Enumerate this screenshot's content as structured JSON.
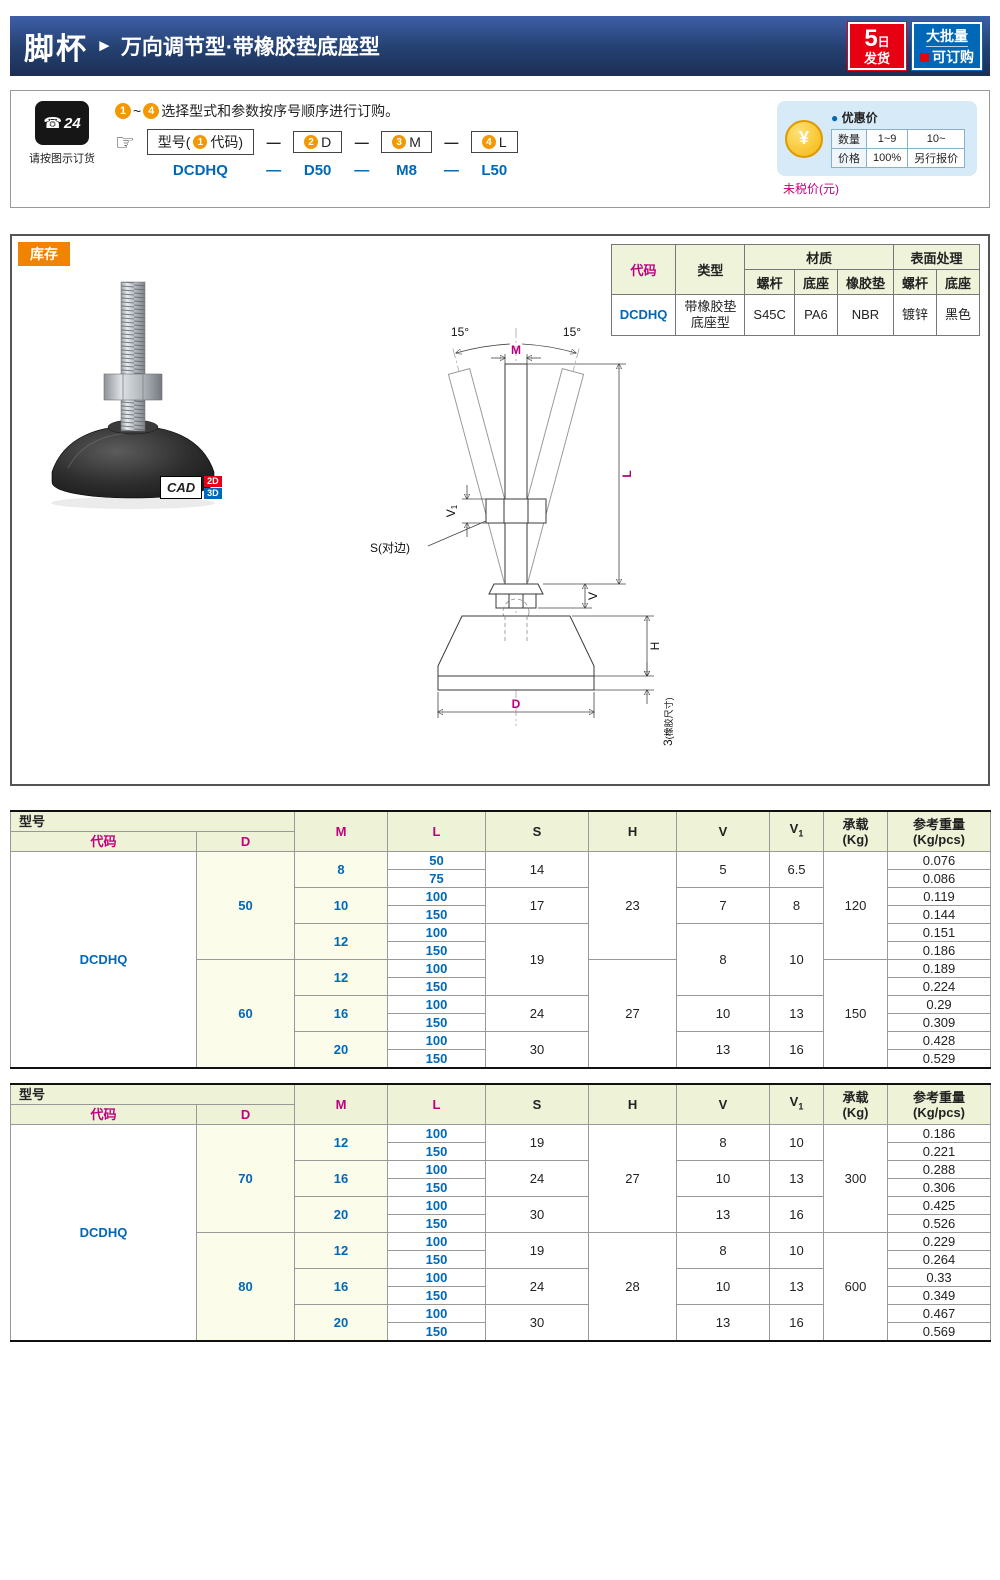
{
  "colors": {
    "header_blue": "#2b4a8b",
    "magenta": "#c0007e",
    "link_blue": "#0068b7",
    "badge_red": "#e60012",
    "badge_orange": "#f08300",
    "table_header_bg": "#eef3d8",
    "row_cream": "#fbfce9",
    "price_bg": "#d7eaf8"
  },
  "header": {
    "title": "脚杯",
    "arrow": "►",
    "subtitle": "万向调节型·带橡胶垫底座型",
    "day_num": "5",
    "day_unit": "日",
    "ship_label": "发货",
    "bulk_top": "大批量",
    "bulk_bottom": "可订购"
  },
  "order": {
    "phone_text": "24",
    "phone_glyph": "☎",
    "phone_caption": "请按图示订货",
    "hand_icon": "☞",
    "num_start": "1",
    "tilde": "~",
    "num_end": "4",
    "instruction": "选择型式和参数按序号顺序进行订购。",
    "box_model_pre": "型号(",
    "box_model_num": "1",
    "box_model_post": "代码)",
    "dash": "—",
    "box_d_num": "2",
    "box_d": "D",
    "box_m_num": "3",
    "box_m": "M",
    "box_l_num": "4",
    "box_l": "L",
    "example_code": "DCDHQ",
    "example_dash": "—",
    "example_d": "D50",
    "example_m": "M8",
    "example_l": "L50"
  },
  "price": {
    "currency": "¥",
    "dot": "●",
    "title": "优惠价",
    "qty_label": "数量",
    "qty_1": "1~9",
    "qty_2": "10~",
    "price_label": "价格",
    "price_1": "100%",
    "price_2": "另行报价",
    "note": "未税价(元)"
  },
  "stock_badge": "库存",
  "cad": {
    "label": "CAD",
    "d2": "2D",
    "d3": "3D"
  },
  "spec": {
    "h_code": "代码",
    "h_type": "类型",
    "h_material": "材质",
    "h_surface": "表面处理",
    "h_screw": "螺杆",
    "h_base": "底座",
    "h_rubber": "橡胶垫",
    "h_screw2": "螺杆",
    "h_base2": "底座",
    "code": "DCDHQ",
    "type_l1": "带橡胶垫",
    "type_l2": "底座型",
    "screw": "S45C",
    "base": "PA6",
    "rubber": "NBR",
    "screw_finish": "镀锌",
    "base_finish": "黑色"
  },
  "drawing": {
    "angle_l": "15°",
    "angle_r": "15°",
    "m": "M",
    "v1_main": "V",
    "v1_sub": "1",
    "s": "S(对边)",
    "l": "L",
    "v": "V",
    "h": "H",
    "d": "D",
    "rubber_dim": "3",
    "rubber_note": "(橡胶尺寸)"
  },
  "th": {
    "model": "型号",
    "code": "代码",
    "d": "D",
    "m": "M",
    "l": "L",
    "s": "S",
    "h": "H",
    "v": "V",
    "v1_main": "V",
    "v1_sub": "1",
    "load_1": "承载",
    "load_2": "(Kg)",
    "weight_1": "参考重量",
    "weight_2": "(Kg/pcs)"
  },
  "t1": {
    "code": "DCDHQ",
    "d_50": "50",
    "d_60": "60",
    "m_8": "8",
    "m_10": "10",
    "m_12a": "12",
    "m_12b": "12",
    "m_16": "16",
    "m_20": "20",
    "l": [
      "50",
      "75",
      "100",
      "150",
      "100",
      "150",
      "100",
      "150",
      "100",
      "150",
      "100",
      "150"
    ],
    "s_14": "14",
    "s_17": "17",
    "s_19": "19",
    "s_24": "24",
    "s_30": "30",
    "h_23": "23",
    "h_27": "27",
    "v_5": "5",
    "v_7": "7",
    "v_8": "8",
    "v_10": "10",
    "v_13": "13",
    "v1_65": "6.5",
    "v1_8": "8",
    "v1_10": "10",
    "v1_13": "13",
    "v1_16": "16",
    "load_120": "120",
    "load_150": "150",
    "w": [
      "0.076",
      "0.086",
      "0.119",
      "0.144",
      "0.151",
      "0.186",
      "0.189",
      "0.224",
      "0.29",
      "0.309",
      "0.428",
      "0.529"
    ]
  },
  "t2": {
    "code": "DCDHQ",
    "d_70": "70",
    "d_80": "80",
    "m_12a": "12",
    "m_16a": "16",
    "m_20a": "20",
    "m_12b": "12",
    "m_16b": "16",
    "m_20b": "20",
    "l": [
      "100",
      "150",
      "100",
      "150",
      "100",
      "150",
      "100",
      "150",
      "100",
      "150",
      "100",
      "150"
    ],
    "s_19a": "19",
    "s_24a": "24",
    "s_30a": "30",
    "s_19b": "19",
    "s_24b": "24",
    "s_30b": "30",
    "h_27": "27",
    "h_28": "28",
    "v_8a": "8",
    "v_10a": "10",
    "v_13a": "13",
    "v_8b": "8",
    "v_10b": "10",
    "v_13b": "13",
    "v1_10a": "10",
    "v1_13a": "13",
    "v1_16a": "16",
    "v1_10b": "10",
    "v1_13b": "13",
    "v1_16b": "16",
    "load_300": "300",
    "load_600": "600",
    "w": [
      "0.186",
      "0.221",
      "0.288",
      "0.306",
      "0.425",
      "0.526",
      "0.229",
      "0.264",
      "0.33",
      "0.349",
      "0.467",
      "0.569"
    ]
  }
}
